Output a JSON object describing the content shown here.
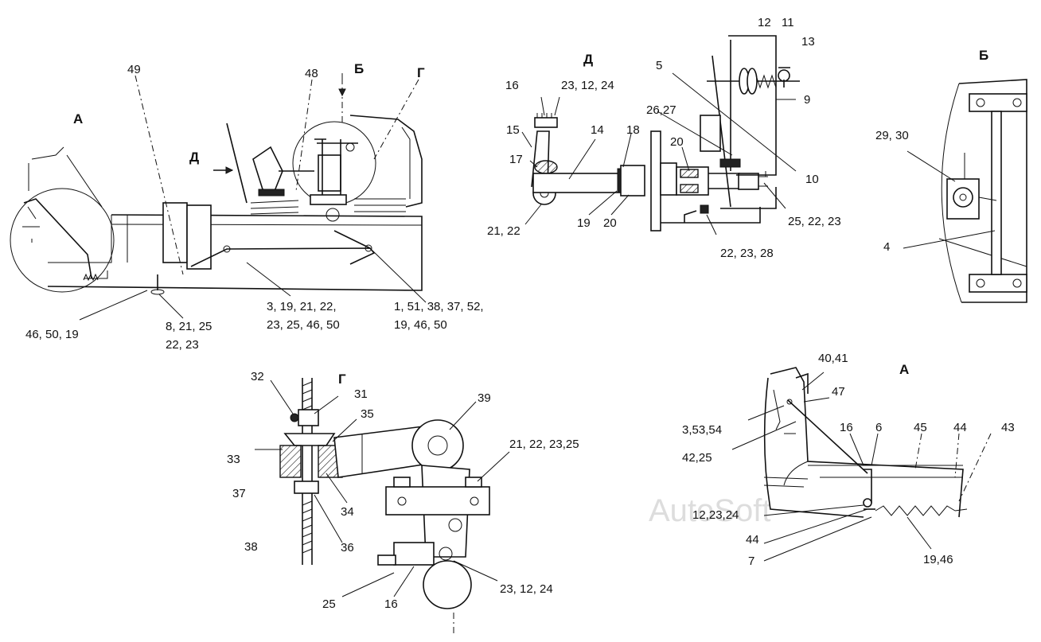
{
  "views": {
    "A": "А",
    "B": "Б",
    "G": "Г",
    "D": "Д"
  },
  "arrow_D": "Д",
  "arrow_B": "Б",
  "main_callouts": {
    "c49": "49",
    "c48": "48",
    "c_46_50_19": "46, 50, 19",
    "c_8_21_25": "8, 21, 25",
    "c_22_23": "22, 23",
    "c_3_19_line1": "3, 19, 21, 22,",
    "c_3_19_line2": "23, 25, 46, 50",
    "c_1_51_line1": "1, 51, 38, 37, 52,",
    "c_1_51_line2": "19, 46, 50"
  },
  "view_D_callouts": {
    "c16": "16",
    "c_23_12_24": "23, 12, 24",
    "c15": "15",
    "c17": "17",
    "c14": "14",
    "c18": "18",
    "c_26_27": "26,27",
    "c20a": "20",
    "c20b": "20",
    "c19": "19",
    "c_21_22": "21, 22",
    "c5": "5",
    "c12": "12",
    "c11": "11",
    "c13": "13",
    "c9": "9",
    "c10": "10",
    "c_25_22_23": "25, 22, 23",
    "c_22_23_28": "22, 23, 28"
  },
  "view_B_callouts": {
    "c_29_30": "29, 30",
    "c4": "4"
  },
  "view_G_callouts": {
    "c32": "32",
    "c31": "31",
    "c35": "35",
    "c39": "39",
    "c33": "33",
    "c_21_22_23_25": "21, 22, 23,25",
    "c37": "37",
    "c34": "34",
    "c38": "38",
    "c36": "36",
    "c25": "25",
    "c16": "16",
    "c_23_12_24": "23, 12, 24"
  },
  "view_A_callouts": {
    "c_40_41": "40,41",
    "c47": "47",
    "c_3_53_54": "3,53,54",
    "c16": "16",
    "c6": "6",
    "c45": "45",
    "c44a": "44",
    "c43": "43",
    "c_42_25": "42,25",
    "c_12_23_24": "12,23,24",
    "c44b": "44",
    "c7": "7",
    "c_19_46": "19,46"
  },
  "watermark": "AutoSoft"
}
